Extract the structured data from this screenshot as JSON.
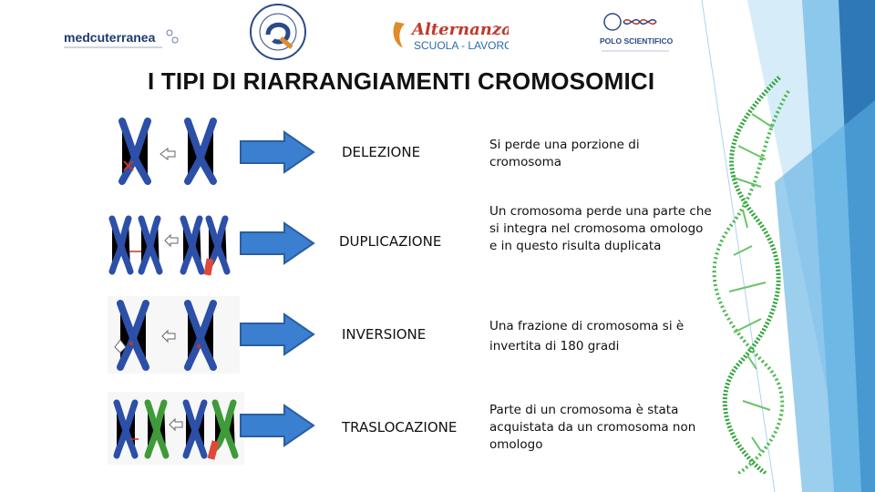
{
  "header": {
    "logos": [
      {
        "name": "mediterranea-logo",
        "text": "medcuterranea"
      },
      {
        "name": "quality-seal-logo"
      },
      {
        "name": "alternanza-logo",
        "text_main": "Alternanza",
        "text_sub": "SCUOLA - LAVORO"
      },
      {
        "name": "polo-scientifico-logo",
        "text_main": "POLO SCIENTIFICO"
      }
    ]
  },
  "slide": {
    "title": "I TIPI DI RIARRANGIAMENTI CROMOSOMICI",
    "rows": [
      {
        "type": "DELEZIONE",
        "description": "Si perde una porzione di cromosoma"
      },
      {
        "type": "DUPLICAZIONE",
        "description": "Un cromosoma perde una parte che si integra nel cromosoma omologo e in questo risulta duplicata"
      },
      {
        "type": "INVERSIONE",
        "description": "Una frazione di cromosoma si è invertita di 180 gradi"
      },
      {
        "type": "TRASLOCAZIONE",
        "description": "Parte di un cromosoma è stata acquistata da un cromosoma non omologo"
      }
    ]
  },
  "colors": {
    "chromosome_blue": "#2c4fa8",
    "chromosome_green": "#3f9a3a",
    "segment_red": "#e0483a",
    "arrow_blue": "#3a7fd0",
    "dna_green": "#2fa53a",
    "bg_blue": "#3a8fd0"
  }
}
